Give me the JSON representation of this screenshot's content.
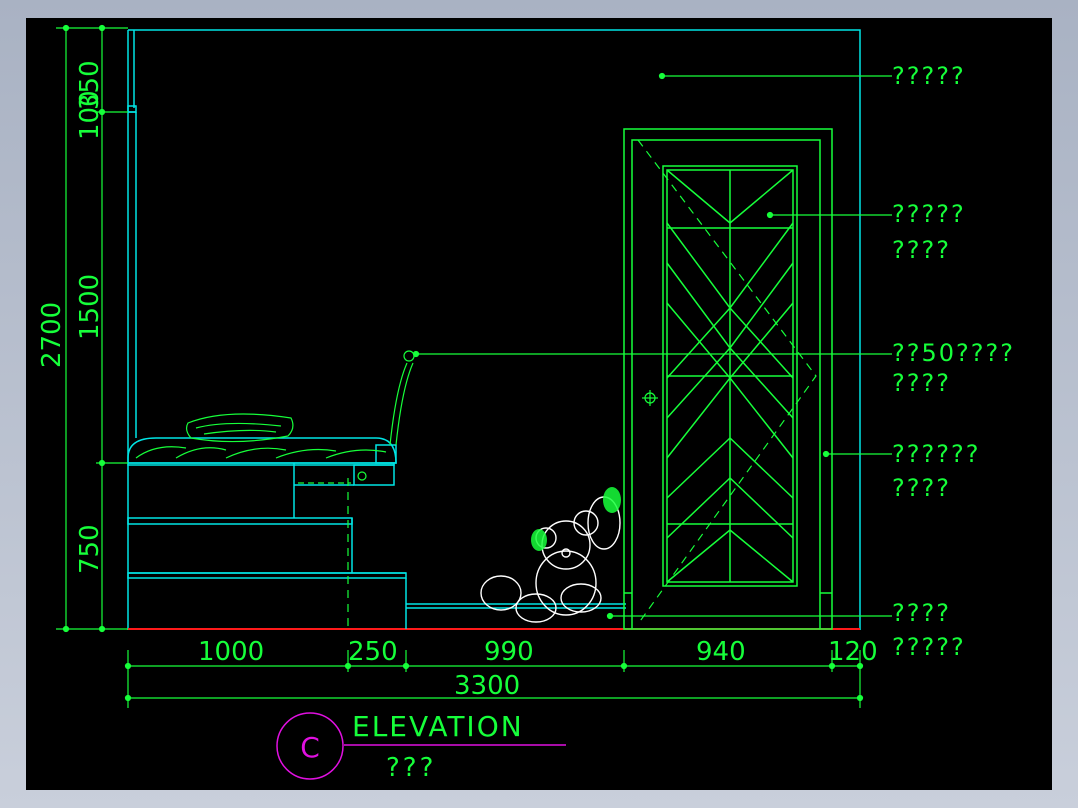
{
  "colors": {
    "background": "#000000",
    "wall_cyan": "#00e5e5",
    "object_green": "#16ff3a",
    "floor_red": "#ff1a1a",
    "title_magenta": "#e010e0",
    "frame_outer": "#a9b2c3"
  },
  "dimensions": {
    "vertical_outer": [
      "2700"
    ],
    "vertical_inner": [
      "100",
      "350",
      "1500",
      "750"
    ],
    "horizontal_segments": [
      "1000",
      "250",
      "990",
      "940",
      "120"
    ],
    "horizontal_total": "3300"
  },
  "annotations": [
    {
      "lines": [
        "?????"
      ]
    },
    {
      "lines": [
        "?????",
        "????"
      ]
    },
    {
      "lines": [
        "??50????",
        "????"
      ]
    },
    {
      "lines": [
        "??????",
        "????"
      ]
    },
    {
      "lines": [
        "????",
        "?????"
      ]
    }
  ],
  "title": {
    "marker": "C",
    "heading": "ELEVATION",
    "subtitle": "???"
  },
  "icons": {
    "door_handle": "crosshair-icon"
  }
}
